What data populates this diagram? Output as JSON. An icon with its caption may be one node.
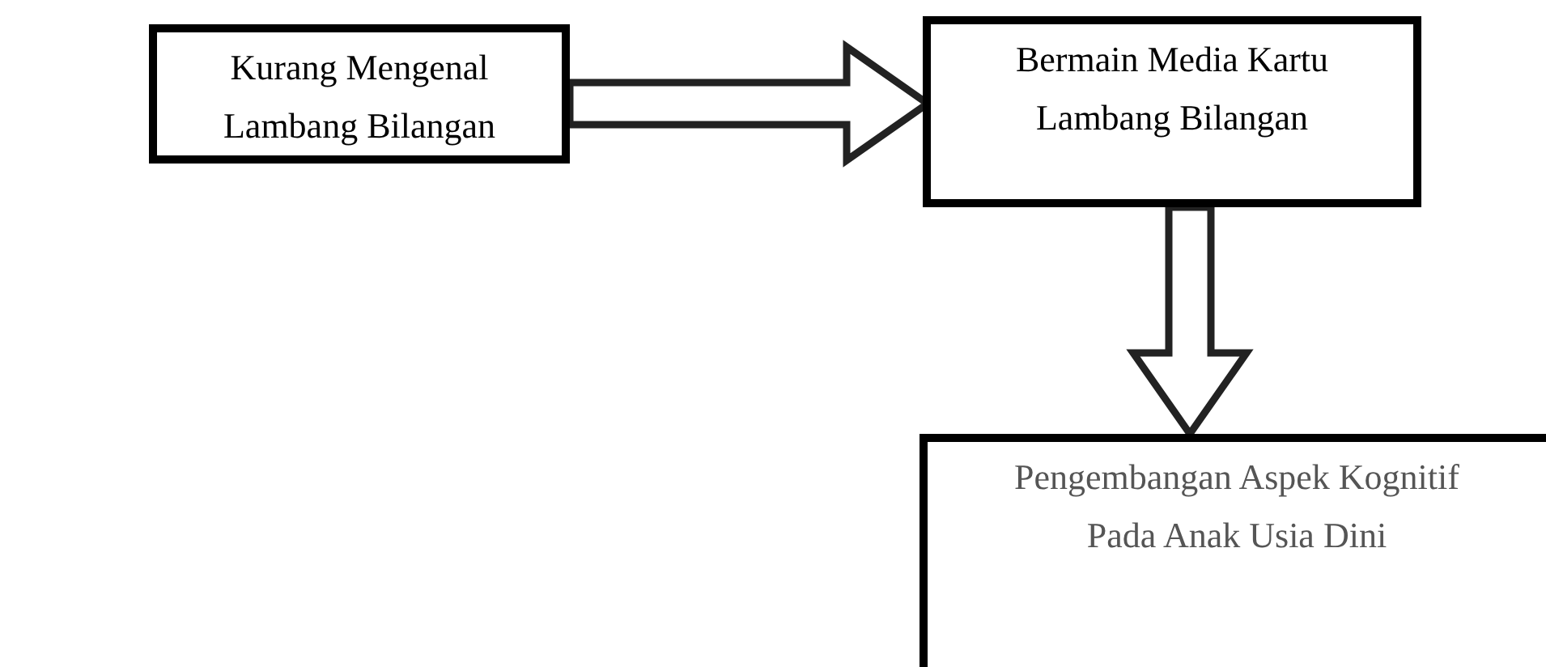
{
  "diagram": {
    "nodes": [
      {
        "text": [
          "Kurang Mengenal Lambang Bilangan"
        ]
      },
      {
        "text": [
          "Bermain Media Kartu Lambang Bilangan"
        ]
      },
      {
        "text": [
          "Pengembangan Aspek Kognitif Pada  Anak Usia Dini"
        ]
      }
    ],
    "edges": [
      {
        "from": 0,
        "to": 1,
        "arrow": "to"
      },
      {
        "from": 1,
        "to": 2,
        "arrow": "to"
      }
    ]
  }
}
